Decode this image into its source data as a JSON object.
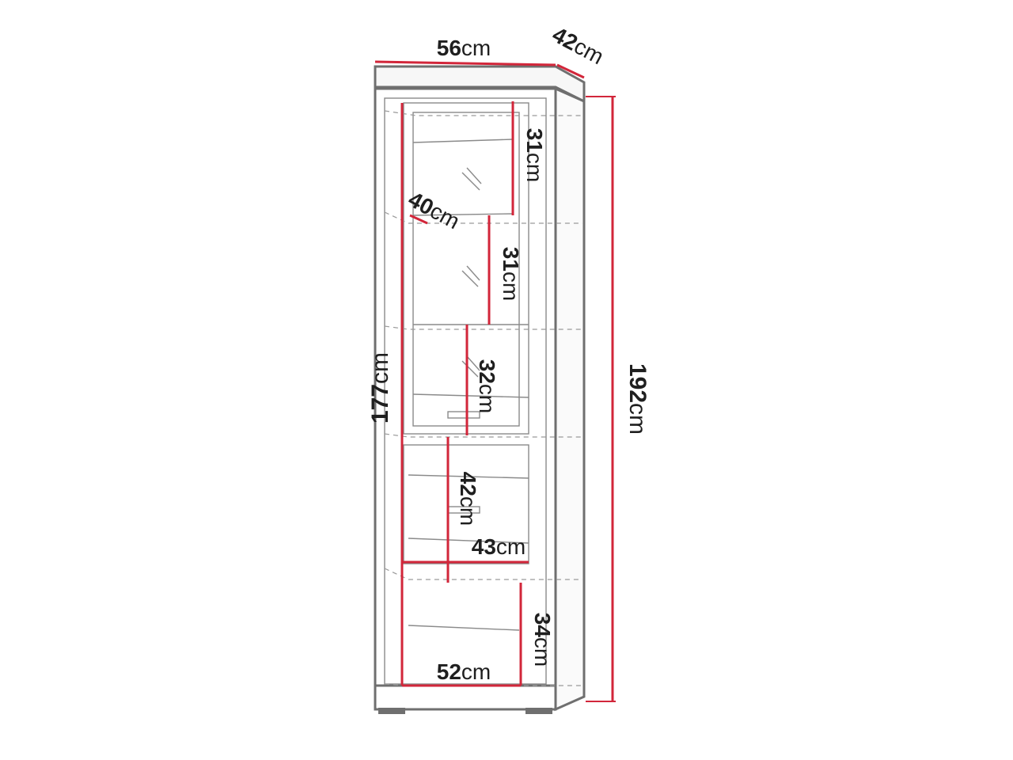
{
  "dimensions": {
    "width": {
      "value": "56",
      "unit": "cm"
    },
    "depth": {
      "value": "42",
      "unit": "cm"
    },
    "height_total": {
      "value": "192",
      "unit": "cm"
    },
    "height_inner": {
      "value": "177",
      "unit": "cm"
    },
    "shelf1_height": {
      "value": "31",
      "unit": "cm"
    },
    "shelf_depth": {
      "value": "40",
      "unit": "cm"
    },
    "shelf2_height": {
      "value": "31",
      "unit": "cm"
    },
    "shelf3_height": {
      "value": "32",
      "unit": "cm"
    },
    "shelf4_height": {
      "value": "42",
      "unit": "cm"
    },
    "inner_width_upper": {
      "value": "43",
      "unit": "cm"
    },
    "shelf5_height": {
      "value": "34",
      "unit": "cm"
    },
    "inner_width_lower": {
      "value": "52",
      "unit": "cm"
    }
  },
  "colors": {
    "dimension_line": "#d2263a",
    "outline": "#6f6f6f",
    "text": "#1f1f1f"
  }
}
